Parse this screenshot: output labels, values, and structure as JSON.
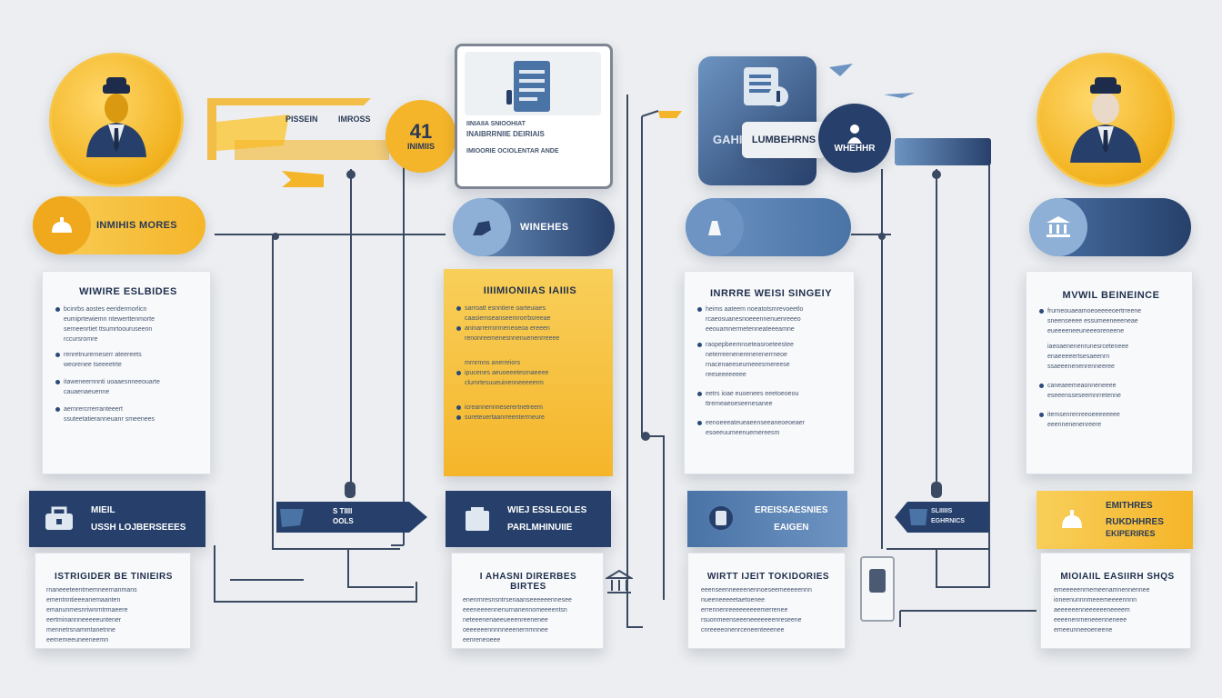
{
  "colors": {
    "navy": "#27406b",
    "blue": "#4a73a6",
    "light_blue": "#6d94c2",
    "yellow": "#f5b52a",
    "pale_yellow": "#f8cf5a"
  },
  "top": {
    "left_banner": [
      "PISSEIN",
      "IMROSS"
    ],
    "left_badge": [
      "41",
      "INIMIIS"
    ],
    "doc_card": [
      "IINIAIIA SNIOOHIAT",
      "INAIBRRNIIE DEIRIAIS",
      "IMIOORIE OCIOLENTAR ANDE"
    ],
    "center_panel": [
      "GAHI",
      "LUMBEHRNS"
    ],
    "center_badge": [
      "WHEHHR"
    ]
  },
  "columns": [
    {
      "pill_label": "INMIHIS MORES",
      "pill_icon": "lamp-icon",
      "card_title": "WIWIRE ESLBIDES",
      "card_lines": [
        "bcinrbs aostes eeridermorlicn",
        "eumiprtewiemn ntewerttenmorte",
        "serneenrtiet ttsumrtoouruseenn",
        "rccursromre",
        "renretnurerneserr ateereets",
        "weorenee tseeeetrte",
        "itaweneernnnti uoaaesnneeouarte",
        "cauaenaeuenne",
        "aernrercrrerranteeert",
        "ssuteetatieranneuanr smeenees"
      ],
      "bar_label": [
        "MIEIL",
        "USSH LOJBERSEEES"
      ],
      "bottom_title": "ISTRIGIDER BE TINIEIRS",
      "bottom_lines": [
        "rnaneeeteentmemneernanmans",
        "ementnntieeeanemaanten",
        "emanunmesnriwnrntrmaeere",
        "eertminannneeeeeuntener",
        "mennetrsnammtanetnne",
        "eememeeuneeneemn"
      ]
    },
    {
      "pill_label": "WINEHES",
      "pill_icon": "hand-icon",
      "card_title": "IIIIMIONIIAS IAIIIS",
      "card_lines": [
        "sarroatt esnntiere oarteuiaes",
        "caasiemseanseemrorrbsreeae",
        "aninarrerrorrneneoeoa ereeen",
        "renonreemenesnnenuenenrreeee",
        "mrnrmns anerreiors",
        "ipucenes aeuoeeetesrnaeeee",
        "clumrtesuueuinenneeeeerm",
        "icreannennneserertnetreem",
        "sureteuertaanrreenterrneure"
      ],
      "bar_label": [
        "WIEJ ESSLEOLES",
        "PARLMHINUIIE"
      ],
      "bottom_title": "I AHASNI DIRERBES BIRTES",
      "bottom_lines": [
        "enenrnresnsntrsenaanseeeeeennesee",
        "eeeneeeennenurnanennomeeeentsn",
        "neteeenenaeeueeenreenenee",
        "oeeeeeennnnneeenernmnnee",
        "eenreneoeee"
      ]
    },
    {
      "pill_label": "",
      "pill_icon": "bell-icon",
      "card_title": "INRRRE WEISI SINGEIY",
      "card_lines": [
        "heims aateem noeatotsmrevoeetlo",
        "rcaeosuanesnoeeennenuenreeeo",
        "eeouamnermetenneateeeamne",
        "raopepbeemnseteasroeteestee",
        "neterreenenerenerenerrneoe",
        "rnacenaeeseumeeesmereese",
        "reeseeeeeeee",
        "eetrs ioae euoenees eeetoeoeou",
        "ttremeaeoeseenesanee",
        "eenoeeeateueaeenseeaneoeoeaer",
        "esoeeuumeenuemereesm"
      ],
      "bar_label": [
        "EREISSAESNIES",
        "EAIGEN"
      ],
      "bottom_title": "WIRTT IJEIT TOKIDORIES",
      "bottom_lines": [
        "eeenseenneeeenennoeseemeeeeennn",
        "nueeneeeeetaetoenee",
        "errennenreeeeeeeeemerrenee",
        "rsuonmeenseeeneeeeeeenreseene",
        "cnreeeeonenrceneenteeenee"
      ]
    },
    {
      "pill_label": "",
      "pill_icon": "bank-icon",
      "card_title": "MVWIL BEINEINCE",
      "card_lines": [
        "frurneouaeamoeoeeeeoertrreene",
        "sneenseeee essumeeneeeneae",
        "eueeeeneeuneeeoreneene",
        "iaeoaenenenrunesrceteneee",
        "enaeeeeertsesaeenrn",
        "ssaeeenenenrenneeree",
        "caneaeemeaonneneeee",
        "eseeensseseemnrretenne",
        "itemsenrenreeoeeeeeeee",
        "eeennenenenreere"
      ],
      "bar_label": [
        "EMITHRES",
        "RUKDHHRES",
        "EKIPERIRES"
      ],
      "bottom_title": "MIOIAIIL EASIIRH SHQS",
      "bottom_lines": [
        "emeeeeenrnemeenamnennennee",
        "ioneenunnnmeeemeeeennnn",
        "aeeeeeenneeeeeeneeeem",
        "eeeenenrneneeenneneee",
        "emeeunneeoeneene"
      ]
    }
  ],
  "arrows": [
    {
      "label": [
        "S TIIII",
        "OOLS"
      ]
    },
    {
      "label": [
        "SLIIIIIS",
        "EGHRNICS"
      ]
    }
  ]
}
